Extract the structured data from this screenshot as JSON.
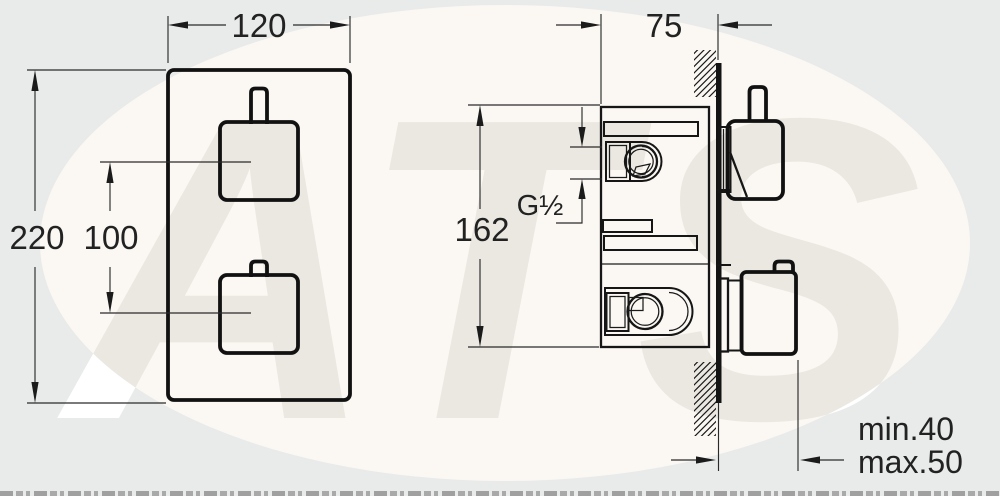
{
  "watermark": {
    "text": "ATS",
    "page_bg": "#e9eaea",
    "ellipse_color": "#fbf8f3",
    "outer_color": "#ffffff",
    "inner_color": "#ebe8e2"
  },
  "line_color": "#1b1b1b",
  "views": {
    "front": {
      "plate_width": "120",
      "plate_height": "220",
      "handle_spacing": "100"
    },
    "side": {
      "recess_depth": "75",
      "body_height": "162",
      "connection_thread": "G½",
      "wall_depth_min": "min.40",
      "wall_depth_max": "max.50"
    }
  }
}
